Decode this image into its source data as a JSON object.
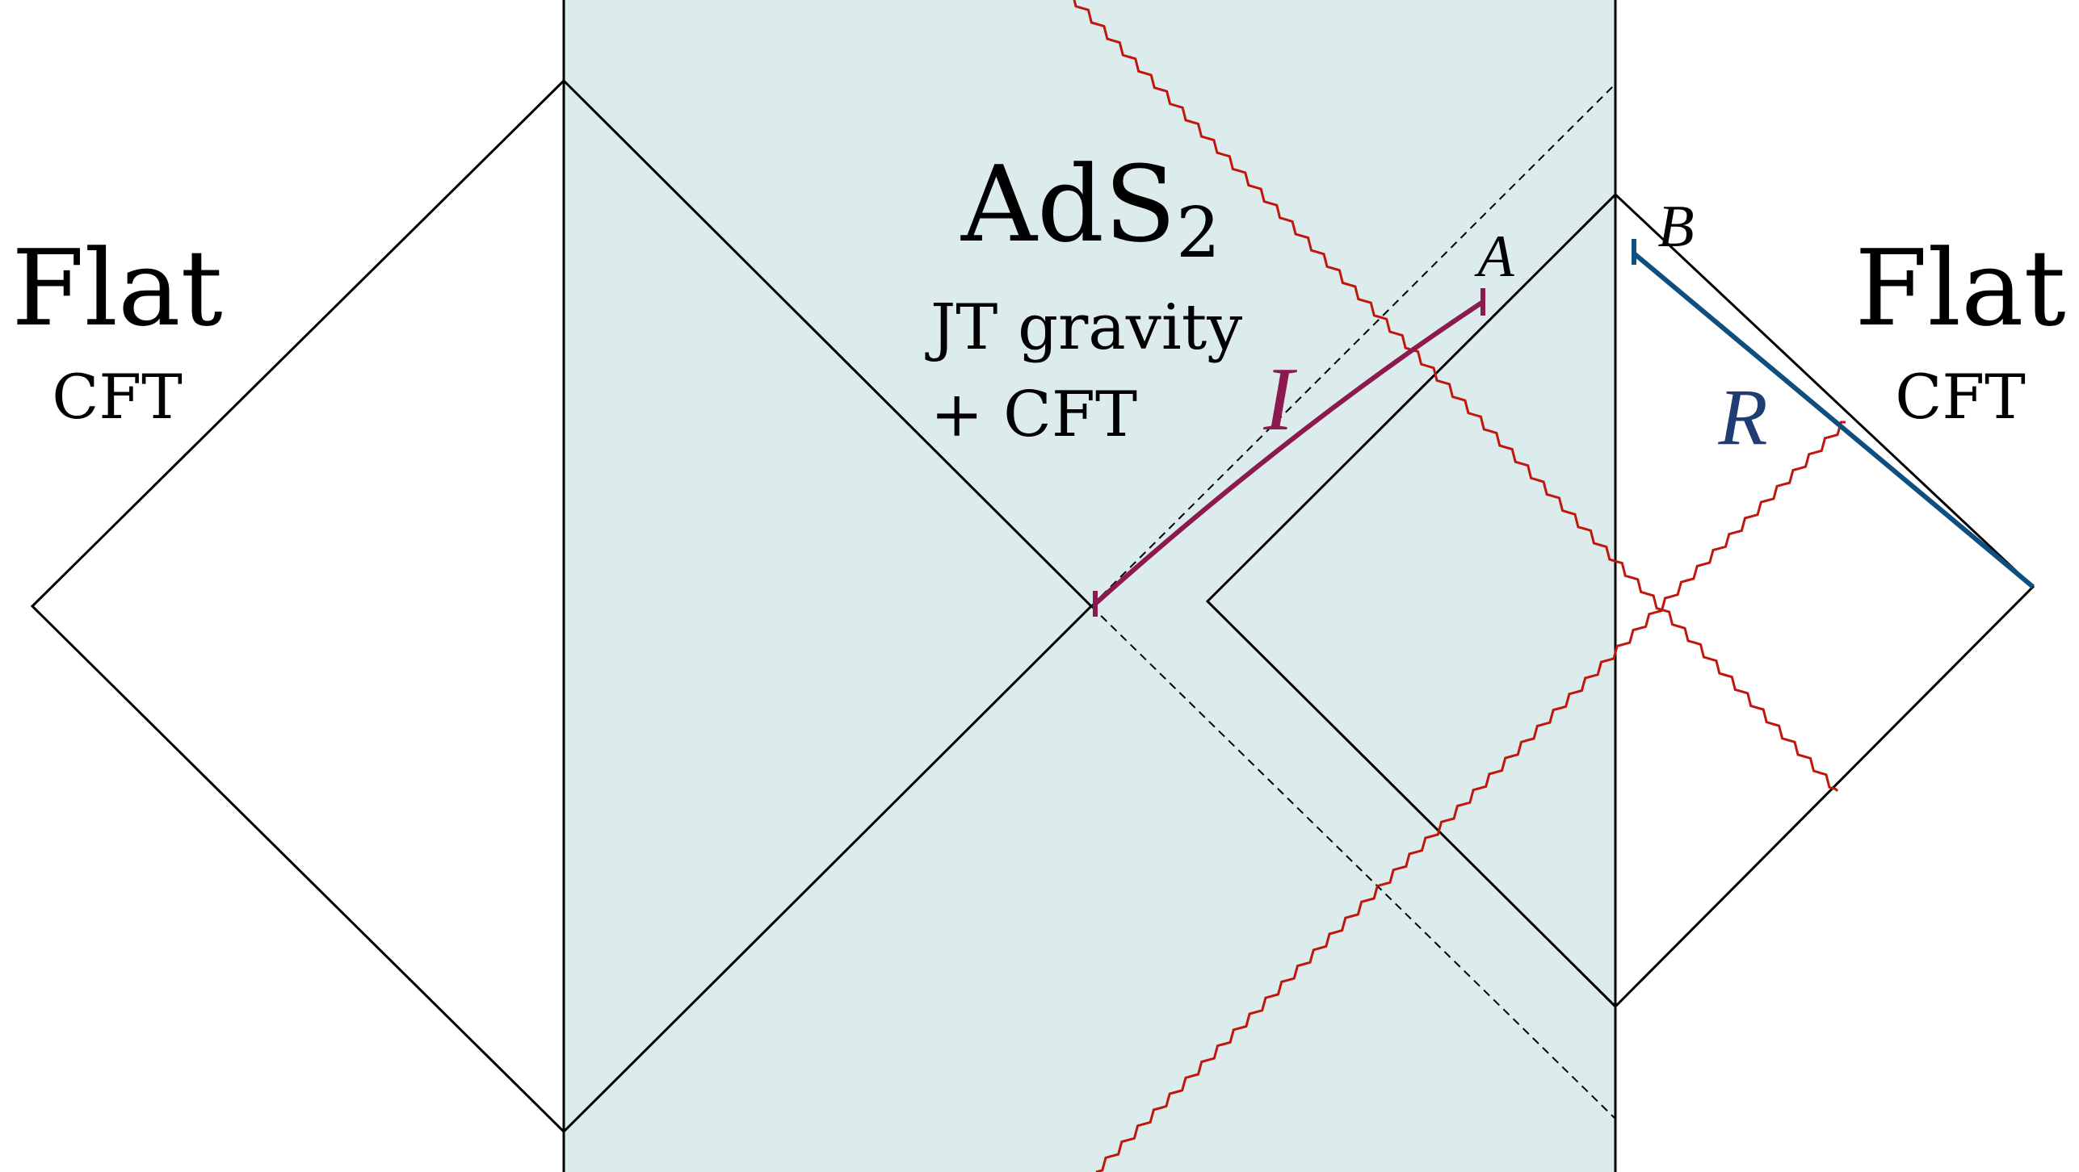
{
  "labels": {
    "left_region_title": "Flat",
    "left_region_subtitle": "CFT",
    "center_region_title": "AdS",
    "center_region_title_subscript": "2",
    "center_region_line1": "JT gravity",
    "center_region_line2": "+ CFT",
    "right_region_title": "Flat",
    "right_region_subtitle": "CFT",
    "point_a": "A",
    "point_b": "B",
    "interval_i": "I",
    "region_r": "R"
  },
  "colors": {
    "ads_band_fill": "#dcecec",
    "frame_stroke": "#000000",
    "wavy_line": "#c0160c",
    "interval_i": "#8c1a4e",
    "region_r": "#0f4f80",
    "region_r_label": "#1f3d73"
  }
}
